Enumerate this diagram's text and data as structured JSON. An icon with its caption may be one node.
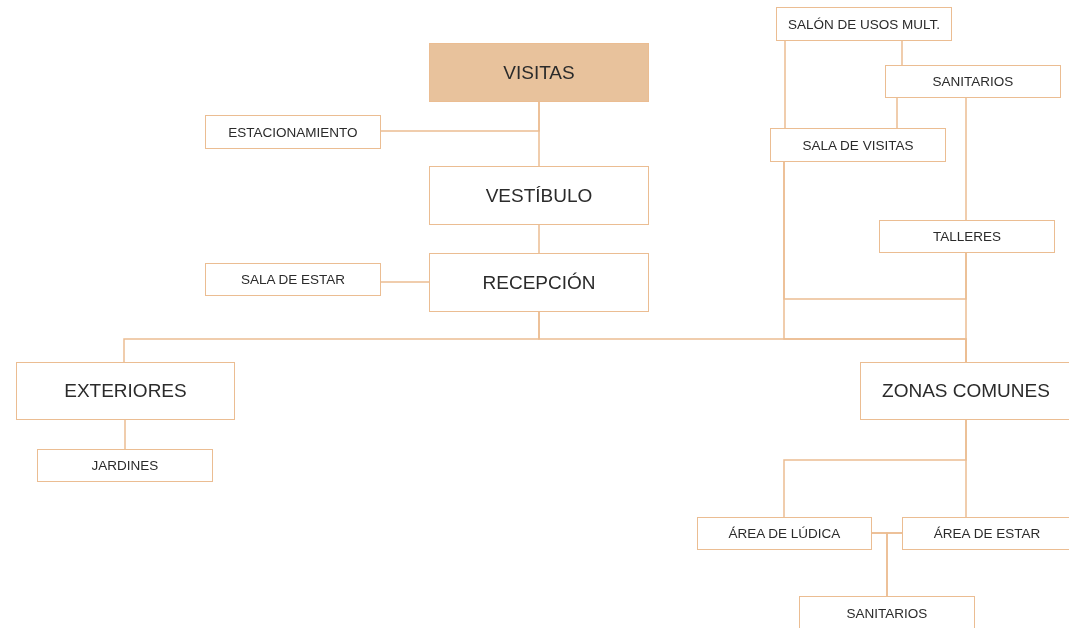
{
  "diagram": {
    "nodes": [
      {
        "text": [
          "VISITAS"
        ]
      },
      {
        "text": [
          "ESTACIONAMIENTO"
        ]
      },
      {
        "text": [
          "VESTÍBULO"
        ]
      },
      {
        "text": [
          "SALA DE ESTAR"
        ]
      },
      {
        "text": [
          "RECEPCIÓN"
        ]
      },
      {
        "text": [
          "EXTERIORES"
        ]
      },
      {
        "text": [
          "JARDINES"
        ]
      },
      {
        "text": [
          "SALÓN DE USOS MULT."
        ]
      },
      {
        "text": [
          "SANITARIOS"
        ]
      },
      {
        "text": [
          "SALA DE VISITAS"
        ]
      },
      {
        "text": [
          "TALLERES"
        ]
      },
      {
        "text": [
          "ZONAS COMUNES"
        ]
      },
      {
        "text": [
          "ÁREA DE LÚDICA"
        ]
      },
      {
        "text": [
          "ÁREA DE ESTAR"
        ]
      },
      {
        "text": [
          "SANITARIOS"
        ]
      }
    ],
    "edges": [
      {
        "from": 0,
        "to": 2,
        "arrow": "none"
      },
      {
        "from": 1,
        "to": 0,
        "arrow": "none"
      },
      {
        "from": 2,
        "to": 4,
        "arrow": "none"
      },
      {
        "from": 3,
        "to": 4,
        "arrow": "none"
      },
      {
        "from": 4,
        "to": 5,
        "arrow": "none"
      },
      {
        "from": 4,
        "to": 11,
        "arrow": "none"
      },
      {
        "from": 5,
        "to": 6,
        "arrow": "none"
      },
      {
        "from": 7,
        "to": 9,
        "arrow": "none"
      },
      {
        "from": 7,
        "to": 8,
        "arrow": "none"
      },
      {
        "from": 8,
        "to": 9,
        "arrow": "none"
      },
      {
        "from": 8,
        "to": 10,
        "arrow": "none"
      },
      {
        "from": 9,
        "to": 11,
        "arrow": "none"
      },
      {
        "from": 9,
        "to": 10,
        "arrow": "none"
      },
      {
        "from": 10,
        "to": 11,
        "arrow": "none"
      },
      {
        "from": 11,
        "to": 12,
        "arrow": "none"
      },
      {
        "from": 11,
        "to": 13,
        "arrow": "none"
      },
      {
        "from": 12,
        "to": 13,
        "arrow": "none"
      },
      {
        "from": 12,
        "to": 14,
        "arrow": "none"
      },
      {
        "from": 13,
        "to": 14,
        "arrow": "none"
      }
    ]
  }
}
